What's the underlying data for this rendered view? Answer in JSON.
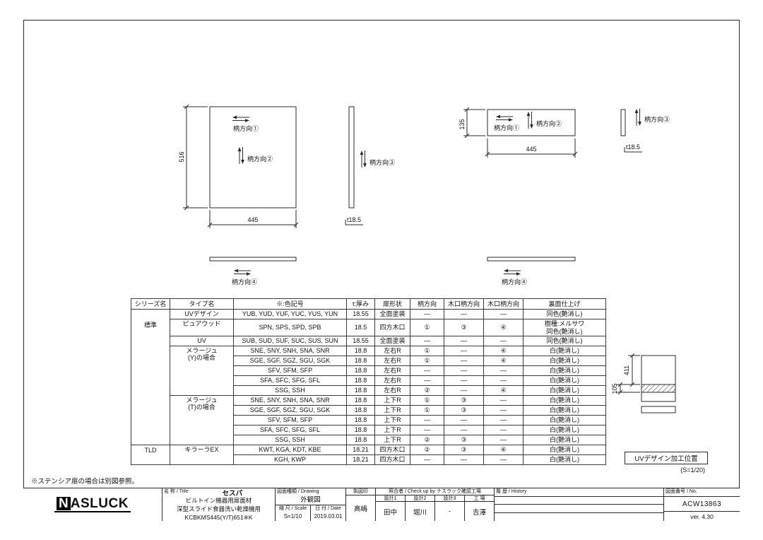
{
  "note": "※ステンシア扉の場合は別図参照。",
  "drawings": {
    "front": {
      "dim_h": "516",
      "dim_w": "445",
      "dir1": "柄方向①",
      "dir2": "柄方向②"
    },
    "side1": {
      "dir3": "柄方向③",
      "t": "t18.5"
    },
    "panel": {
      "dim_h": "135",
      "dim_w": "445",
      "dir1": "柄方向①",
      "dir2": "柄方向②"
    },
    "side2": {
      "dir3": "柄方向③",
      "t": "t18.5"
    },
    "edge1": {
      "dir4": "柄方向④"
    },
    "edge2": {
      "dir4": "柄方向④"
    },
    "uv": {
      "dim_top": "411",
      "dim_band": "105",
      "label": "UVデザイン加工位置",
      "scale": "(S=1/20)"
    }
  },
  "spec_table": {
    "headers": [
      "シリーズ名",
      "タイプ名",
      "※:色記号",
      "t:厚み",
      "扉形状",
      "柄方向",
      "木口柄方向",
      "木口柄方向",
      "裏面仕上げ"
    ],
    "series": [
      {
        "name": "標準"
      },
      {
        "name": "TLD"
      }
    ],
    "types": [
      "UVデザイン",
      "ピュアウッド",
      "UV",
      "メラージュ\n(Y)の場合",
      "メラージュ\n(T)の場合",
      "キラーラEX"
    ],
    "rows": [
      {
        "codes": "YUB, YUD, YUF, YUC, YUS, YUN",
        "t": "18.55",
        "shape": "全面塗装",
        "d1": "—",
        "d2": "—",
        "d3": "—",
        "back": "同色(艶消し)"
      },
      {
        "codes": "SPN, SPS, SPD, SPB",
        "t": "18.5",
        "shape": "四方木口",
        "d1": "①",
        "d2": "③",
        "d3": "④",
        "back": "樹種:メルサワ\n同色(艶消し)"
      },
      {
        "codes": "SUB, SUD, SUF, SUC, SUS, SUN",
        "t": "18.55",
        "shape": "全面塗装",
        "d1": "—",
        "d2": "—",
        "d3": "—",
        "back": "同色(艶消し)"
      },
      {
        "codes": "SNE, SNY, SNH, SNA, SNR",
        "t": "18.8",
        "shape": "左右R",
        "d1": "①",
        "d2": "—",
        "d3": "④",
        "back": "白(艶消し)"
      },
      {
        "codes": "SGE, SGF, SGZ, SGU, SGK",
        "t": "18.8",
        "shape": "左右R",
        "d1": "①",
        "d2": "—",
        "d3": "④",
        "back": "白(艶消し)"
      },
      {
        "codes": "SFV, SFM, SFP",
        "t": "18.8",
        "shape": "左右R",
        "d1": "—",
        "d2": "—",
        "d3": "—",
        "back": "白(艶消し)"
      },
      {
        "codes": "SFA, SFC, SFG, SFL",
        "t": "18.8",
        "shape": "左右R",
        "d1": "—",
        "d2": "—",
        "d3": "—",
        "back": "白(艶消し)"
      },
      {
        "codes": "SSG, SSH",
        "t": "18.8",
        "shape": "左右R",
        "d1": "②",
        "d2": "—",
        "d3": "④",
        "back": "白(艶消し)"
      },
      {
        "codes": "SNE, SNY, SNH, SNA, SNR",
        "t": "18.8",
        "shape": "上下R",
        "d1": "①",
        "d2": "③",
        "d3": "—",
        "back": "白(艶消し)"
      },
      {
        "codes": "SGE, SGF, SGZ, SGU, SGK",
        "t": "18.8",
        "shape": "上下R",
        "d1": "①",
        "d2": "③",
        "d3": "—",
        "back": "白(艶消し)"
      },
      {
        "codes": "SFV, SFM, SFP",
        "t": "18.8",
        "shape": "上下R",
        "d1": "—",
        "d2": "—",
        "d3": "—",
        "back": "白(艶消し)"
      },
      {
        "codes": "SFA, SFC, SFG, SFL",
        "t": "18.8",
        "shape": "上下R",
        "d1": "—",
        "d2": "—",
        "d3": "—",
        "back": "白(艶消し)"
      },
      {
        "codes": "SSG, SSH",
        "t": "18.8",
        "shape": "上下R",
        "d1": "②",
        "d2": "③",
        "d3": "—",
        "back": "白(艶消し)"
      },
      {
        "codes": "KWT, KGA, KDT, KBE",
        "t": "18.21",
        "shape": "四方木口",
        "d1": "②",
        "d2": "③",
        "d3": "④",
        "back": "白(艶消し)"
      },
      {
        "codes": "KGH, KWP",
        "t": "18.21",
        "shape": "四方木口",
        "d1": "—",
        "d2": "—",
        "d3": "—",
        "back": "白(艶消し)"
      }
    ]
  },
  "title_block": {
    "logo": {
      "n": "N",
      "rest": "ASLUCK"
    },
    "title": {
      "header": "名 称 / Title",
      "product": "セスパ",
      "line1": "ビルトイン機器用扉面材",
      "line2": "深型スライド食器洗い乾燥機用",
      "line3": "KCBKMS445(Y/T)651※K"
    },
    "drawing": {
      "header": "図面種類 / Drawing",
      "value": "外観図",
      "scale_header": "縮 尺 / Scale",
      "scale": "S=1/10",
      "date_header": "日 付 / Date",
      "date": "2019.03.01"
    },
    "drafter": {
      "header": "製図印",
      "name": "高嶋"
    },
    "check": {
      "header": "照合者 / Check up by  ナスラック確認工場",
      "cols": [
        {
          "h": "設計1",
          "v": "田中"
        },
        {
          "h": "設計2",
          "v": "堀川"
        },
        {
          "h": "設計3",
          "v": "-"
        },
        {
          "h": "工 場",
          "v": "吉澤"
        }
      ]
    },
    "history": {
      "header": "履 歴 / History"
    },
    "number": {
      "header": "図面番号 / No.",
      "value": "ACW13863",
      "version": "ver. 4.30"
    }
  }
}
